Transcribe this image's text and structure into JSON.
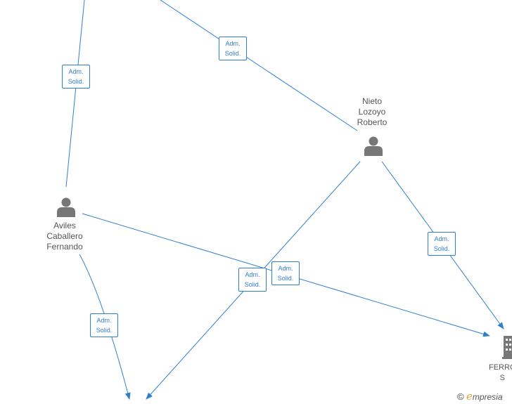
{
  "nodes": {
    "nieto": {
      "name": "Nieto\nLozoyo\nRoberto",
      "icon": "person-icon"
    },
    "aviles": {
      "name": "Aviles\nCaballero\nFernando",
      "icon": "person-icon"
    },
    "ferro": {
      "name": "FERRO\nS",
      "icon": "building-icon"
    }
  },
  "edge_label": "Adm.\nSolid.",
  "colors": {
    "edge": "#2f7fd1",
    "icon": "#777777",
    "text": "#555555"
  },
  "brand": {
    "copyright": "©",
    "e": "e",
    "rest": "mpresia"
  }
}
